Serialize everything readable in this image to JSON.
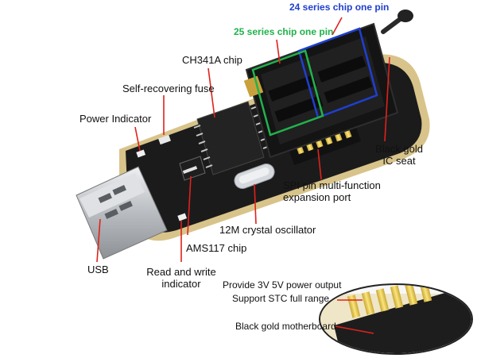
{
  "labels": {
    "chip_24_series": "24 series chip one pin",
    "chip_25_series": "25 series chip one pin",
    "ch341a": "CH341A chip",
    "fuse": "Self-recovering fuse",
    "power_indicator": "Power Indicator",
    "black_gold_ic_seat_line1": "Black gold",
    "black_gold_ic_seat_line2": "IC seat",
    "spi_port_line1": "SPI pin multi-function",
    "spi_port_line2": "expansion port",
    "crystal": "12M crystal oscillator",
    "ams117": "AMS117 chip",
    "usb": "USB",
    "rw_indicator_line1": "Read and write",
    "rw_indicator_line2": "indicator",
    "power_output": "Provide 3V 5V power output",
    "stc_range": "Support STC full range",
    "motherboard": "Black gold motherboard"
  },
  "colors": {
    "board": "#1b1b1b",
    "board_edge": "#d8c48a",
    "gold": "#d9b64a",
    "pin_yellow": "#f2d75a",
    "usb_metal": "#c9ccd0",
    "leader_red": "#e0221c",
    "frame_blue": "#1f3fd0",
    "frame_green": "#22b24c"
  }
}
